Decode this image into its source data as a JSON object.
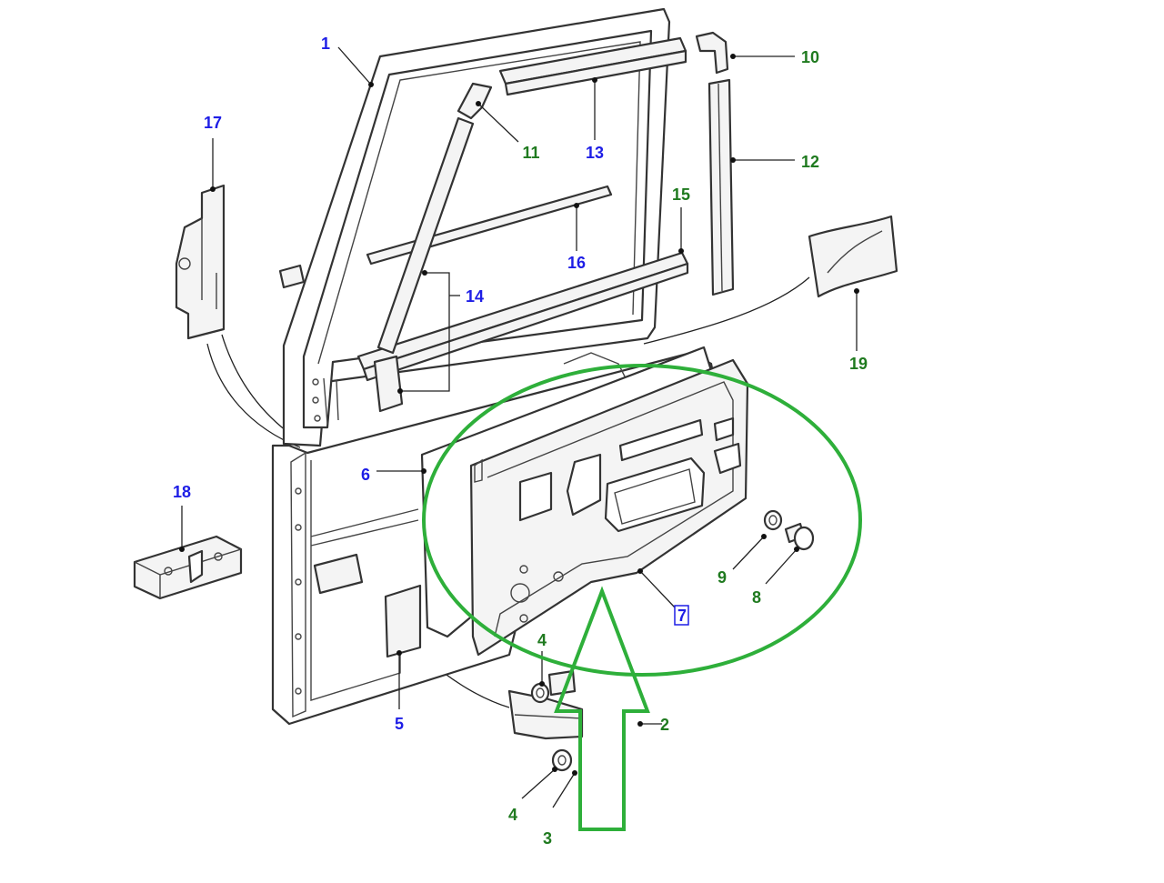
{
  "callouts": [
    {
      "id": "c1",
      "label": "1",
      "color": "#1e1ee6"
    },
    {
      "id": "c2",
      "label": "2",
      "color": "#1f7a1f"
    },
    {
      "id": "c3",
      "label": "3",
      "color": "#1f7a1f"
    },
    {
      "id": "c4a",
      "label": "4",
      "color": "#1f7a1f"
    },
    {
      "id": "c4b",
      "label": "4",
      "color": "#1f7a1f"
    },
    {
      "id": "c5",
      "label": "5",
      "color": "#1e1ee6"
    },
    {
      "id": "c6",
      "label": "6",
      "color": "#1e1ee6"
    },
    {
      "id": "c7",
      "label": "7",
      "color": "#1e1ee6",
      "highlighted": true
    },
    {
      "id": "c8",
      "label": "8",
      "color": "#1f7a1f"
    },
    {
      "id": "c9",
      "label": "9",
      "color": "#1f7a1f"
    },
    {
      "id": "c10",
      "label": "10",
      "color": "#1f7a1f"
    },
    {
      "id": "c11",
      "label": "11",
      "color": "#1f7a1f"
    },
    {
      "id": "c12",
      "label": "12",
      "color": "#1f7a1f"
    },
    {
      "id": "c13",
      "label": "13",
      "color": "#1e1ee6"
    },
    {
      "id": "c14",
      "label": "14",
      "color": "#1e1ee6"
    },
    {
      "id": "c15",
      "label": "15",
      "color": "#1f7a1f"
    },
    {
      "id": "c16",
      "label": "16",
      "color": "#1e1ee6"
    },
    {
      "id": "c17",
      "label": "17",
      "color": "#1e1ee6"
    },
    {
      "id": "c18",
      "label": "18",
      "color": "#1e1ee6"
    },
    {
      "id": "c19",
      "label": "19",
      "color": "#1f7a1f"
    }
  ],
  "colors": {
    "blue_callout": "#1e1ee6",
    "green_callout": "#1f7a1f",
    "highlight_annotation": "#2eaf3a"
  }
}
